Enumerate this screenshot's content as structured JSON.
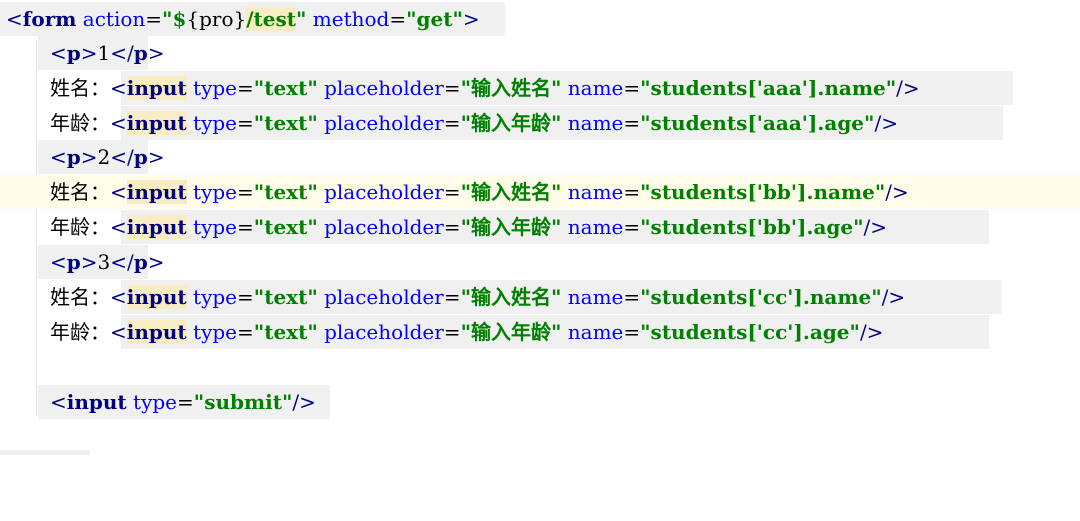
{
  "lines": [
    {
      "id": "l1",
      "parts": [
        {
          "t": "<",
          "c": "ang"
        },
        {
          "t": "form",
          "c": "tag"
        },
        {
          "t": " action",
          "c": "attr"
        },
        {
          "t": "=",
          "c": "txt"
        },
        {
          "t": "\"",
          "c": "val"
        },
        {
          "t": "$",
          "c": "val"
        },
        {
          "t": "{pro}",
          "c": "el"
        },
        {
          "t": "/test",
          "c": "val hl"
        },
        {
          "t": "\"",
          "c": "val"
        },
        {
          "t": " method",
          "c": "attr"
        },
        {
          "t": "=",
          "c": "txt"
        },
        {
          "t": "\"get\"",
          "c": "val"
        },
        {
          "t": ">",
          "c": "ang"
        }
      ]
    },
    {
      "id": "l2",
      "parts": [
        {
          "t": "<",
          "c": "ang"
        },
        {
          "t": "p",
          "c": "tag"
        },
        {
          "t": ">",
          "c": "ang"
        },
        {
          "t": "1",
          "c": "txt"
        },
        {
          "t": "</",
          "c": "ang"
        },
        {
          "t": "p",
          "c": "tag"
        },
        {
          "t": ">",
          "c": "ang"
        }
      ]
    },
    {
      "id": "l3",
      "parts": [
        {
          "t": "姓名：",
          "c": "cjk"
        },
        {
          "t": "<",
          "c": "ang"
        },
        {
          "t": "input",
          "c": "tag hl"
        },
        {
          "t": " type",
          "c": "attr"
        },
        {
          "t": "=",
          "c": "txt"
        },
        {
          "t": "\"text\"",
          "c": "val"
        },
        {
          "t": " placeholder",
          "c": "attr"
        },
        {
          "t": "=",
          "c": "txt"
        },
        {
          "t": "\"输入姓名\"",
          "c": "val"
        },
        {
          "t": " name",
          "c": "attr"
        },
        {
          "t": "=",
          "c": "txt"
        },
        {
          "t": "\"students['aaa'].name\"",
          "c": "val"
        },
        {
          "t": "/>",
          "c": "ang"
        }
      ]
    },
    {
      "id": "l4",
      "parts": [
        {
          "t": "年龄：",
          "c": "cjk"
        },
        {
          "t": "<",
          "c": "ang"
        },
        {
          "t": "input",
          "c": "tag hl"
        },
        {
          "t": " type",
          "c": "attr"
        },
        {
          "t": "=",
          "c": "txt"
        },
        {
          "t": "\"text\"",
          "c": "val"
        },
        {
          "t": " placeholder",
          "c": "attr"
        },
        {
          "t": "=",
          "c": "txt"
        },
        {
          "t": "\"输入年龄\"",
          "c": "val"
        },
        {
          "t": " name",
          "c": "attr"
        },
        {
          "t": "=",
          "c": "txt"
        },
        {
          "t": "\"students['aaa'].age\"",
          "c": "val"
        },
        {
          "t": "/>",
          "c": "ang"
        }
      ]
    },
    {
      "id": "l5",
      "parts": [
        {
          "t": "<",
          "c": "ang"
        },
        {
          "t": "p",
          "c": "tag"
        },
        {
          "t": ">",
          "c": "ang"
        },
        {
          "t": "2",
          "c": "txt"
        },
        {
          "t": "</",
          "c": "ang"
        },
        {
          "t": "p",
          "c": "tag"
        },
        {
          "t": ">",
          "c": "ang"
        }
      ]
    },
    {
      "id": "l6",
      "parts": [
        {
          "t": "姓名：",
          "c": "cjk"
        },
        {
          "t": "<",
          "c": "ang"
        },
        {
          "t": "input",
          "c": "tag hl"
        },
        {
          "t": " type",
          "c": "attr"
        },
        {
          "t": "=",
          "c": "txt"
        },
        {
          "t": "\"text\"",
          "c": "val"
        },
        {
          "t": " placeholder",
          "c": "attr"
        },
        {
          "t": "=",
          "c": "txt"
        },
        {
          "t": "\"输入姓名\"",
          "c": "val"
        },
        {
          "t": " name",
          "c": "attr"
        },
        {
          "t": "=",
          "c": "txt"
        },
        {
          "t": "\"students['bb'].name\"",
          "c": "val"
        },
        {
          "t": "/>",
          "c": "ang"
        }
      ]
    },
    {
      "id": "l7",
      "parts": [
        {
          "t": "年龄：",
          "c": "cjk"
        },
        {
          "t": "<",
          "c": "ang"
        },
        {
          "t": "input",
          "c": "tag hl"
        },
        {
          "t": " type",
          "c": "attr"
        },
        {
          "t": "=",
          "c": "txt"
        },
        {
          "t": "\"text\"",
          "c": "val"
        },
        {
          "t": " placeholder",
          "c": "attr"
        },
        {
          "t": "=",
          "c": "txt"
        },
        {
          "t": "\"输入年龄\"",
          "c": "val"
        },
        {
          "t": " name",
          "c": "attr"
        },
        {
          "t": "=",
          "c": "txt"
        },
        {
          "t": "\"students['bb'].age\"",
          "c": "val"
        },
        {
          "t": "/>",
          "c": "ang"
        }
      ]
    },
    {
      "id": "l8",
      "parts": [
        {
          "t": "<",
          "c": "ang"
        },
        {
          "t": "p",
          "c": "tag"
        },
        {
          "t": ">",
          "c": "ang"
        },
        {
          "t": "3",
          "c": "txt"
        },
        {
          "t": "</",
          "c": "ang"
        },
        {
          "t": "p",
          "c": "tag"
        },
        {
          "t": ">",
          "c": "ang"
        }
      ]
    },
    {
      "id": "l9",
      "parts": [
        {
          "t": "姓名：",
          "c": "cjk"
        },
        {
          "t": "<",
          "c": "ang"
        },
        {
          "t": "input",
          "c": "tag hl"
        },
        {
          "t": " type",
          "c": "attr"
        },
        {
          "t": "=",
          "c": "txt"
        },
        {
          "t": "\"text\"",
          "c": "val"
        },
        {
          "t": " placeholder",
          "c": "attr"
        },
        {
          "t": "=",
          "c": "txt"
        },
        {
          "t": "\"输入姓名\"",
          "c": "val"
        },
        {
          "t": " name",
          "c": "attr"
        },
        {
          "t": "=",
          "c": "txt"
        },
        {
          "t": "\"students['cc'].name\"",
          "c": "val"
        },
        {
          "t": "/>",
          "c": "ang"
        }
      ]
    },
    {
      "id": "l10",
      "parts": [
        {
          "t": "年龄：",
          "c": "cjk"
        },
        {
          "t": "<",
          "c": "ang"
        },
        {
          "t": "input",
          "c": "tag hl"
        },
        {
          "t": " type",
          "c": "attr"
        },
        {
          "t": "=",
          "c": "txt"
        },
        {
          "t": "\"text\"",
          "c": "val"
        },
        {
          "t": " placeholder",
          "c": "attr"
        },
        {
          "t": "=",
          "c": "txt"
        },
        {
          "t": "\"输入年龄\"",
          "c": "val"
        },
        {
          "t": " name",
          "c": "attr"
        },
        {
          "t": "=",
          "c": "txt"
        },
        {
          "t": "\"students['cc'].age\"",
          "c": "val"
        },
        {
          "t": "/>",
          "c": "ang"
        }
      ]
    },
    {
      "id": "l11",
      "parts": []
    },
    {
      "id": "l12",
      "parts": [
        {
          "t": "<",
          "c": "ang"
        },
        {
          "t": "input",
          "c": "tag"
        },
        {
          "t": " type",
          "c": "attr"
        },
        {
          "t": "=",
          "c": "txt"
        },
        {
          "t": "\"submit\"",
          "c": "val"
        },
        {
          "t": "/>",
          "c": "ang"
        }
      ]
    }
  ],
  "colors": {
    "tag": "#000080",
    "attribute": "#0000ff",
    "value": "#008000",
    "highlight": "#f8edc2",
    "current_line": "#fefbe8",
    "line_shade": "#f0f0f0"
  }
}
